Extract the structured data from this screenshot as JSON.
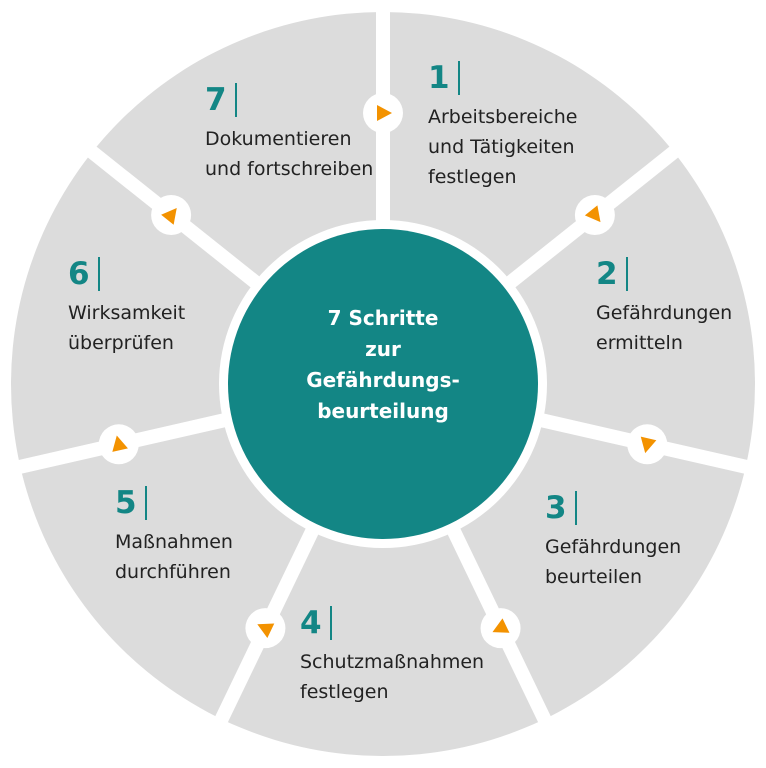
{
  "center_title": [
    "7 Schritte",
    "zur",
    "Gefährdungs-",
    "beurteilung"
  ],
  "steps": [
    {
      "number": "1",
      "lines": [
        "Arbeitsbereiche",
        "und Tätigkeiten",
        "festlegen"
      ]
    },
    {
      "number": "2",
      "lines": [
        "Gefährdungen",
        "ermitteln"
      ]
    },
    {
      "number": "3",
      "lines": [
        "Gefährdungen",
        "beurteilen"
      ]
    },
    {
      "number": "4",
      "lines": [
        "Schutzmaßnahmen",
        "festlegen"
      ]
    },
    {
      "number": "5",
      "lines": [
        "Maßnahmen",
        "durchführen"
      ]
    },
    {
      "number": "6",
      "lines": [
        "Wirksamkeit",
        "überprüfen"
      ]
    },
    {
      "number": "7",
      "lines": [
        "Dokumentieren",
        "und fortschreiben"
      ]
    }
  ],
  "colors": {
    "segment": "#dcdcdc",
    "center": "#138685",
    "arrow": "#f39200",
    "gap": "#ffffff"
  }
}
